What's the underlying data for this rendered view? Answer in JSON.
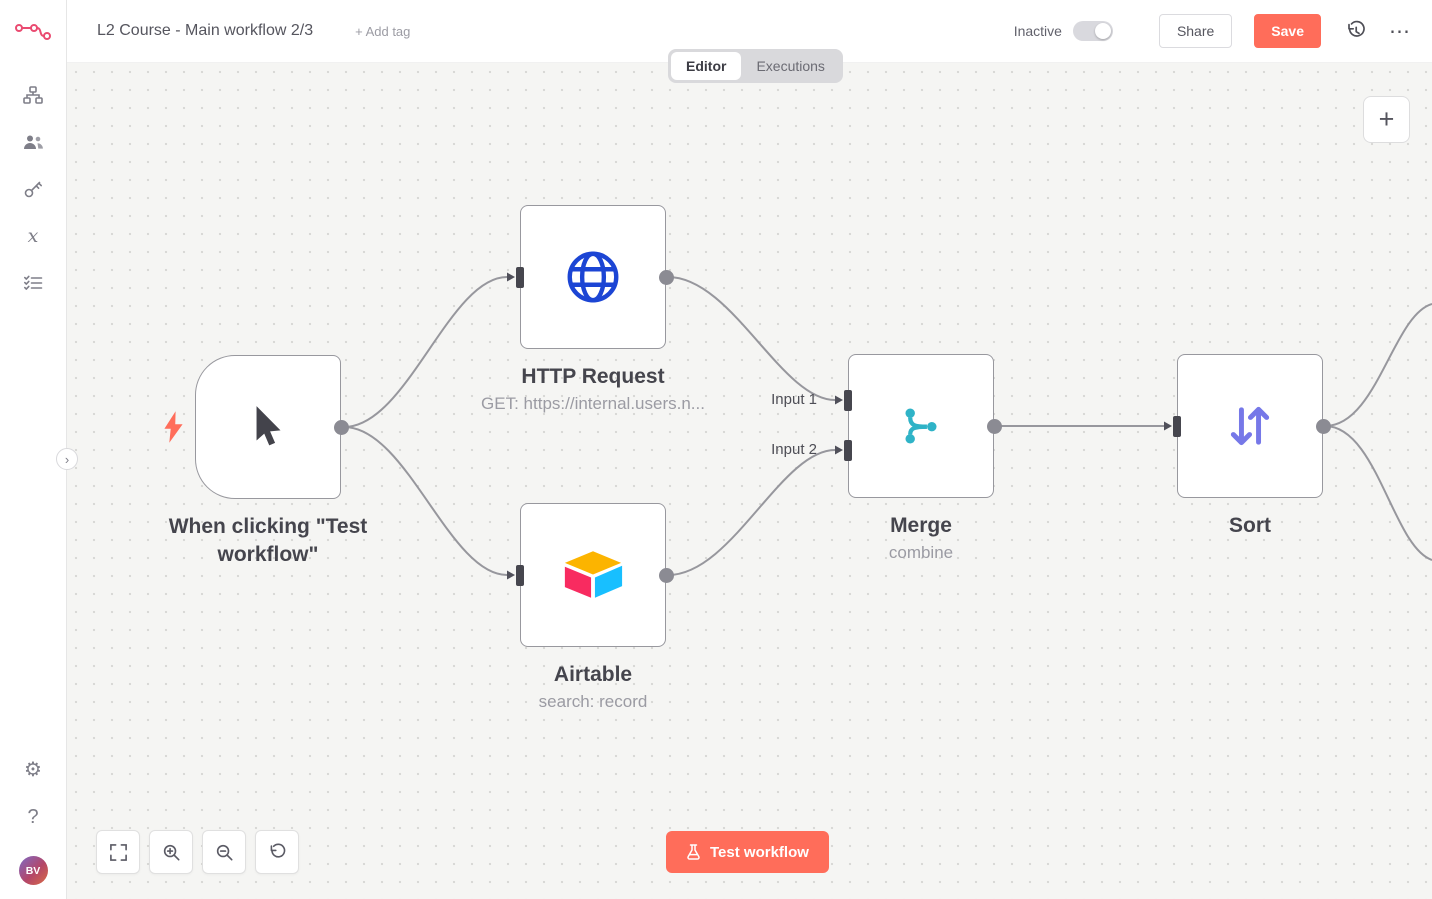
{
  "header": {
    "title": "L2 Course - Main workflow 2/3",
    "add_tag_label": "+ Add tag",
    "status_label": "Inactive",
    "share_label": "Share",
    "save_label": "Save"
  },
  "tabs": {
    "editor_label": "Editor",
    "executions_label": "Executions"
  },
  "workflow": {
    "trigger": {
      "title": "When clicking \"Test workflow\""
    },
    "http": {
      "title": "HTTP Request",
      "subtitle": "GET: https://internal.users.n..."
    },
    "airtable": {
      "title": "Airtable",
      "subtitle": "search: record"
    },
    "merge": {
      "title": "Merge",
      "subtitle": "combine",
      "input1": "Input 1",
      "input2": "Input 2"
    },
    "sort": {
      "title": "Sort"
    }
  },
  "canvas_controls": {
    "test_button_label": "Test workflow"
  },
  "glyphs": {
    "gear": "⚙",
    "help": "?",
    "more": "⋯",
    "plus": "+",
    "chevron": "›"
  },
  "user": {
    "initials": "BV"
  },
  "colors": {
    "accent": "#ff6d5a",
    "brand": "#ea4b71",
    "http_icon": "#1c45d4",
    "merge_icon": "#2fb3c7",
    "sort_icon": "#7678e8",
    "airtable_yellow": "#fcb400",
    "airtable_blue": "#18bfff",
    "airtable_red": "#f82b60"
  }
}
